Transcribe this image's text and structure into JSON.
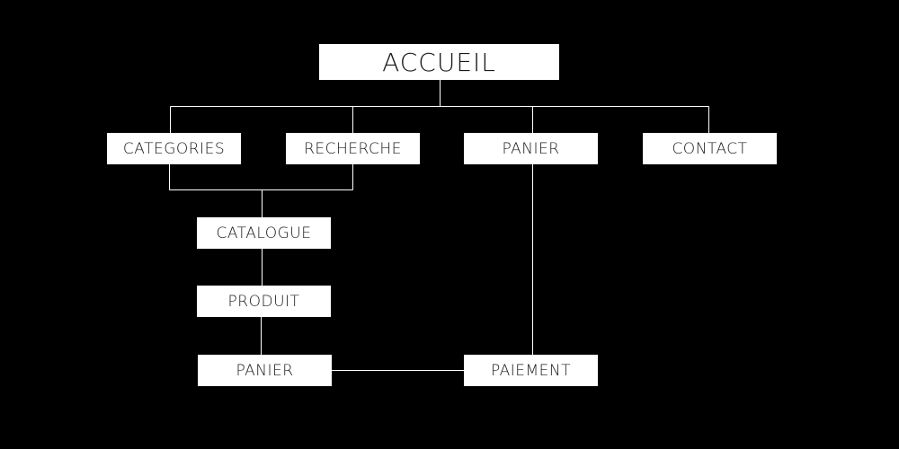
{
  "nodes": {
    "accueil": "ACCUEIL",
    "categories": "CATEGORIES",
    "recherche": "RECHERCHE",
    "panier_top": "PANIER",
    "contact": "CONTACT",
    "catalogue": "CATALOGUE",
    "produit": "PRODUIT",
    "panier_bottom": "PANIER",
    "paiement": "PAIEMENT"
  },
  "colors": {
    "background": "#000000",
    "node_fill": "#ffffff",
    "node_text": "#1a1a1a",
    "connector": "#ffffff"
  }
}
